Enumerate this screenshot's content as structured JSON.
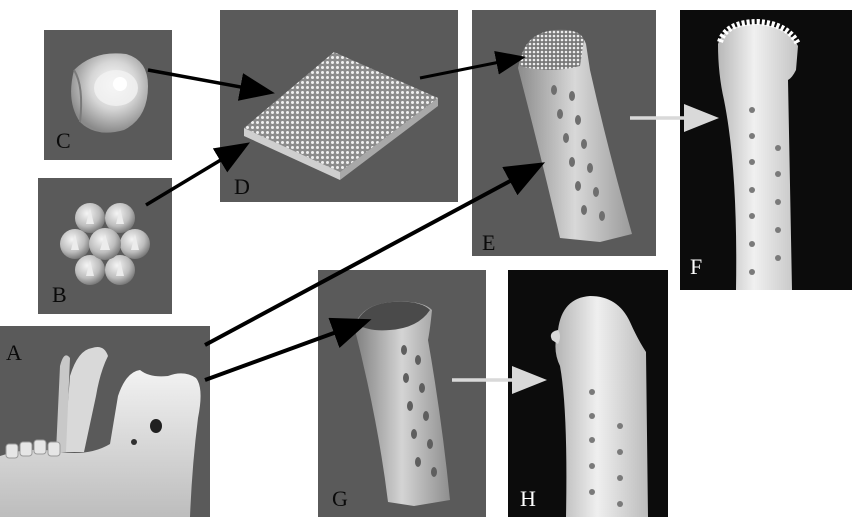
{
  "panels": {
    "a": {
      "label": "A",
      "content": "mandible-scan"
    },
    "b": {
      "label": "B",
      "content": "hexagonal-sphere-cluster"
    },
    "c": {
      "label": "C",
      "content": "single-unit-cell"
    },
    "d": {
      "label": "D",
      "content": "porous-lattice-block"
    },
    "e": {
      "label": "E",
      "content": "porous-ramus-implant-model"
    },
    "f": {
      "label": "F",
      "content": "printed-porous-implant-photo"
    },
    "g": {
      "label": "G",
      "content": "solid-ramus-implant-model"
    },
    "h": {
      "label": "H",
      "content": "printed-solid-implant-photo"
    }
  },
  "colors": {
    "panel_background": "#5a5a5a",
    "photo_background": "#0c0c0c",
    "model_surface": "#cfcfcf",
    "black_arrow": "#000000",
    "grey_arrow": "#d9d9d9"
  }
}
